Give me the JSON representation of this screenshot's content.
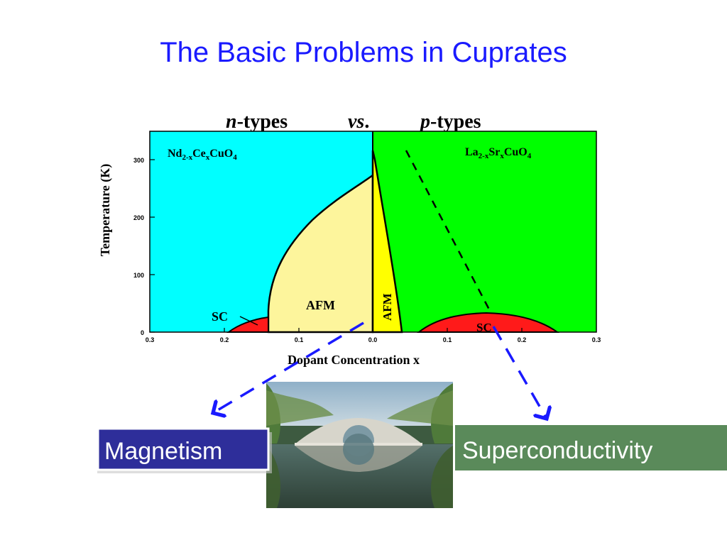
{
  "slide": {
    "title": "The Basic Problems in Cuprates"
  },
  "header": {
    "n_italic": "n",
    "n_rest": "-types",
    "vs_italic": "vs",
    "vs_rest": ".",
    "p_italic": "p",
    "p_rest": "-types"
  },
  "diagram": {
    "y_axis_label": "Temperature (K)",
    "x_axis_label": "Dopant Concentration x",
    "y_ticks": [
      "0",
      "100",
      "200",
      "300"
    ],
    "x_ticks": [
      "0.3",
      "0.2",
      "0.1",
      "0.0",
      "0.1",
      "0.2",
      "0.3"
    ],
    "left_compound": {
      "a": "Nd",
      "b": "2-x",
      "c": "Ce",
      "d": "x",
      "e": "CuO",
      "f": "4"
    },
    "right_compound": {
      "a": "La",
      "b": "2-x",
      "c": "Sr",
      "d": "x",
      "e": "CuO",
      "f": "4"
    },
    "labels": {
      "sc_left": "SC",
      "afm_left": "AFM",
      "afm_right": "AFM",
      "sc_right": "SC"
    },
    "colors": {
      "left_bg": "#00ffff",
      "right_bg": "#00ff00",
      "afm_left": "#fdf59c",
      "afm_right": "#ffff00",
      "sc": "#ff1a1a",
      "arrow": "#1a1aff"
    }
  },
  "boxes": {
    "magnetism": "Magnetism",
    "superconductivity": "Superconductivity"
  },
  "colors": {
    "title": "#1a1aff",
    "magnetism_box": "#2e2e9a",
    "superconductivity_box": "#5a8a5a"
  }
}
